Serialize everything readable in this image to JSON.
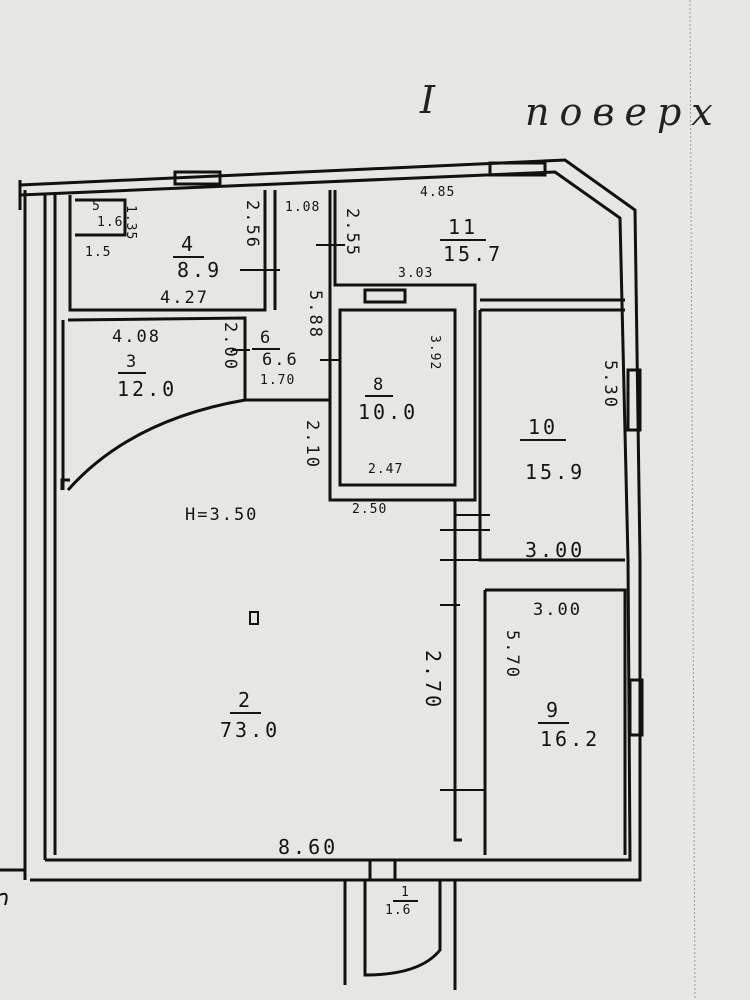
{
  "heading": {
    "floor_number": "I",
    "floor_word": "поверх"
  },
  "plan": {
    "height_note": "H=3.50",
    "rooms": [
      {
        "number": "5",
        "area": "1.6",
        "dims": [
          "1.35",
          "1.5"
        ]
      },
      {
        "number": "4",
        "area": "8.9",
        "dims": [
          "4.27",
          "2.56"
        ]
      },
      {
        "number": "6",
        "area": "6.6",
        "dims": [
          "1.70",
          "1.08",
          "5.88"
        ]
      },
      {
        "number": "11",
        "area": "15.7",
        "dims": [
          "4.85",
          "2.55",
          "3.03"
        ]
      },
      {
        "number": "3",
        "area": "12.0",
        "dims": [
          "4.08",
          "2.00"
        ]
      },
      {
        "number": "8",
        "area": "10.0",
        "dims": [
          "3.92",
          "2.47",
          "2.10",
          "2.50"
        ]
      },
      {
        "number": "10",
        "area": "15.9",
        "dims": [
          "5.30",
          "3.00"
        ]
      },
      {
        "number": "9",
        "area": "16.2",
        "dims": [
          "3.00",
          "5.70"
        ]
      },
      {
        "number": "2",
        "area": "73.0",
        "dims": [
          "8.60",
          "2.70"
        ]
      },
      {
        "number": "1",
        "area": "1.6",
        "dims": []
      }
    ]
  }
}
